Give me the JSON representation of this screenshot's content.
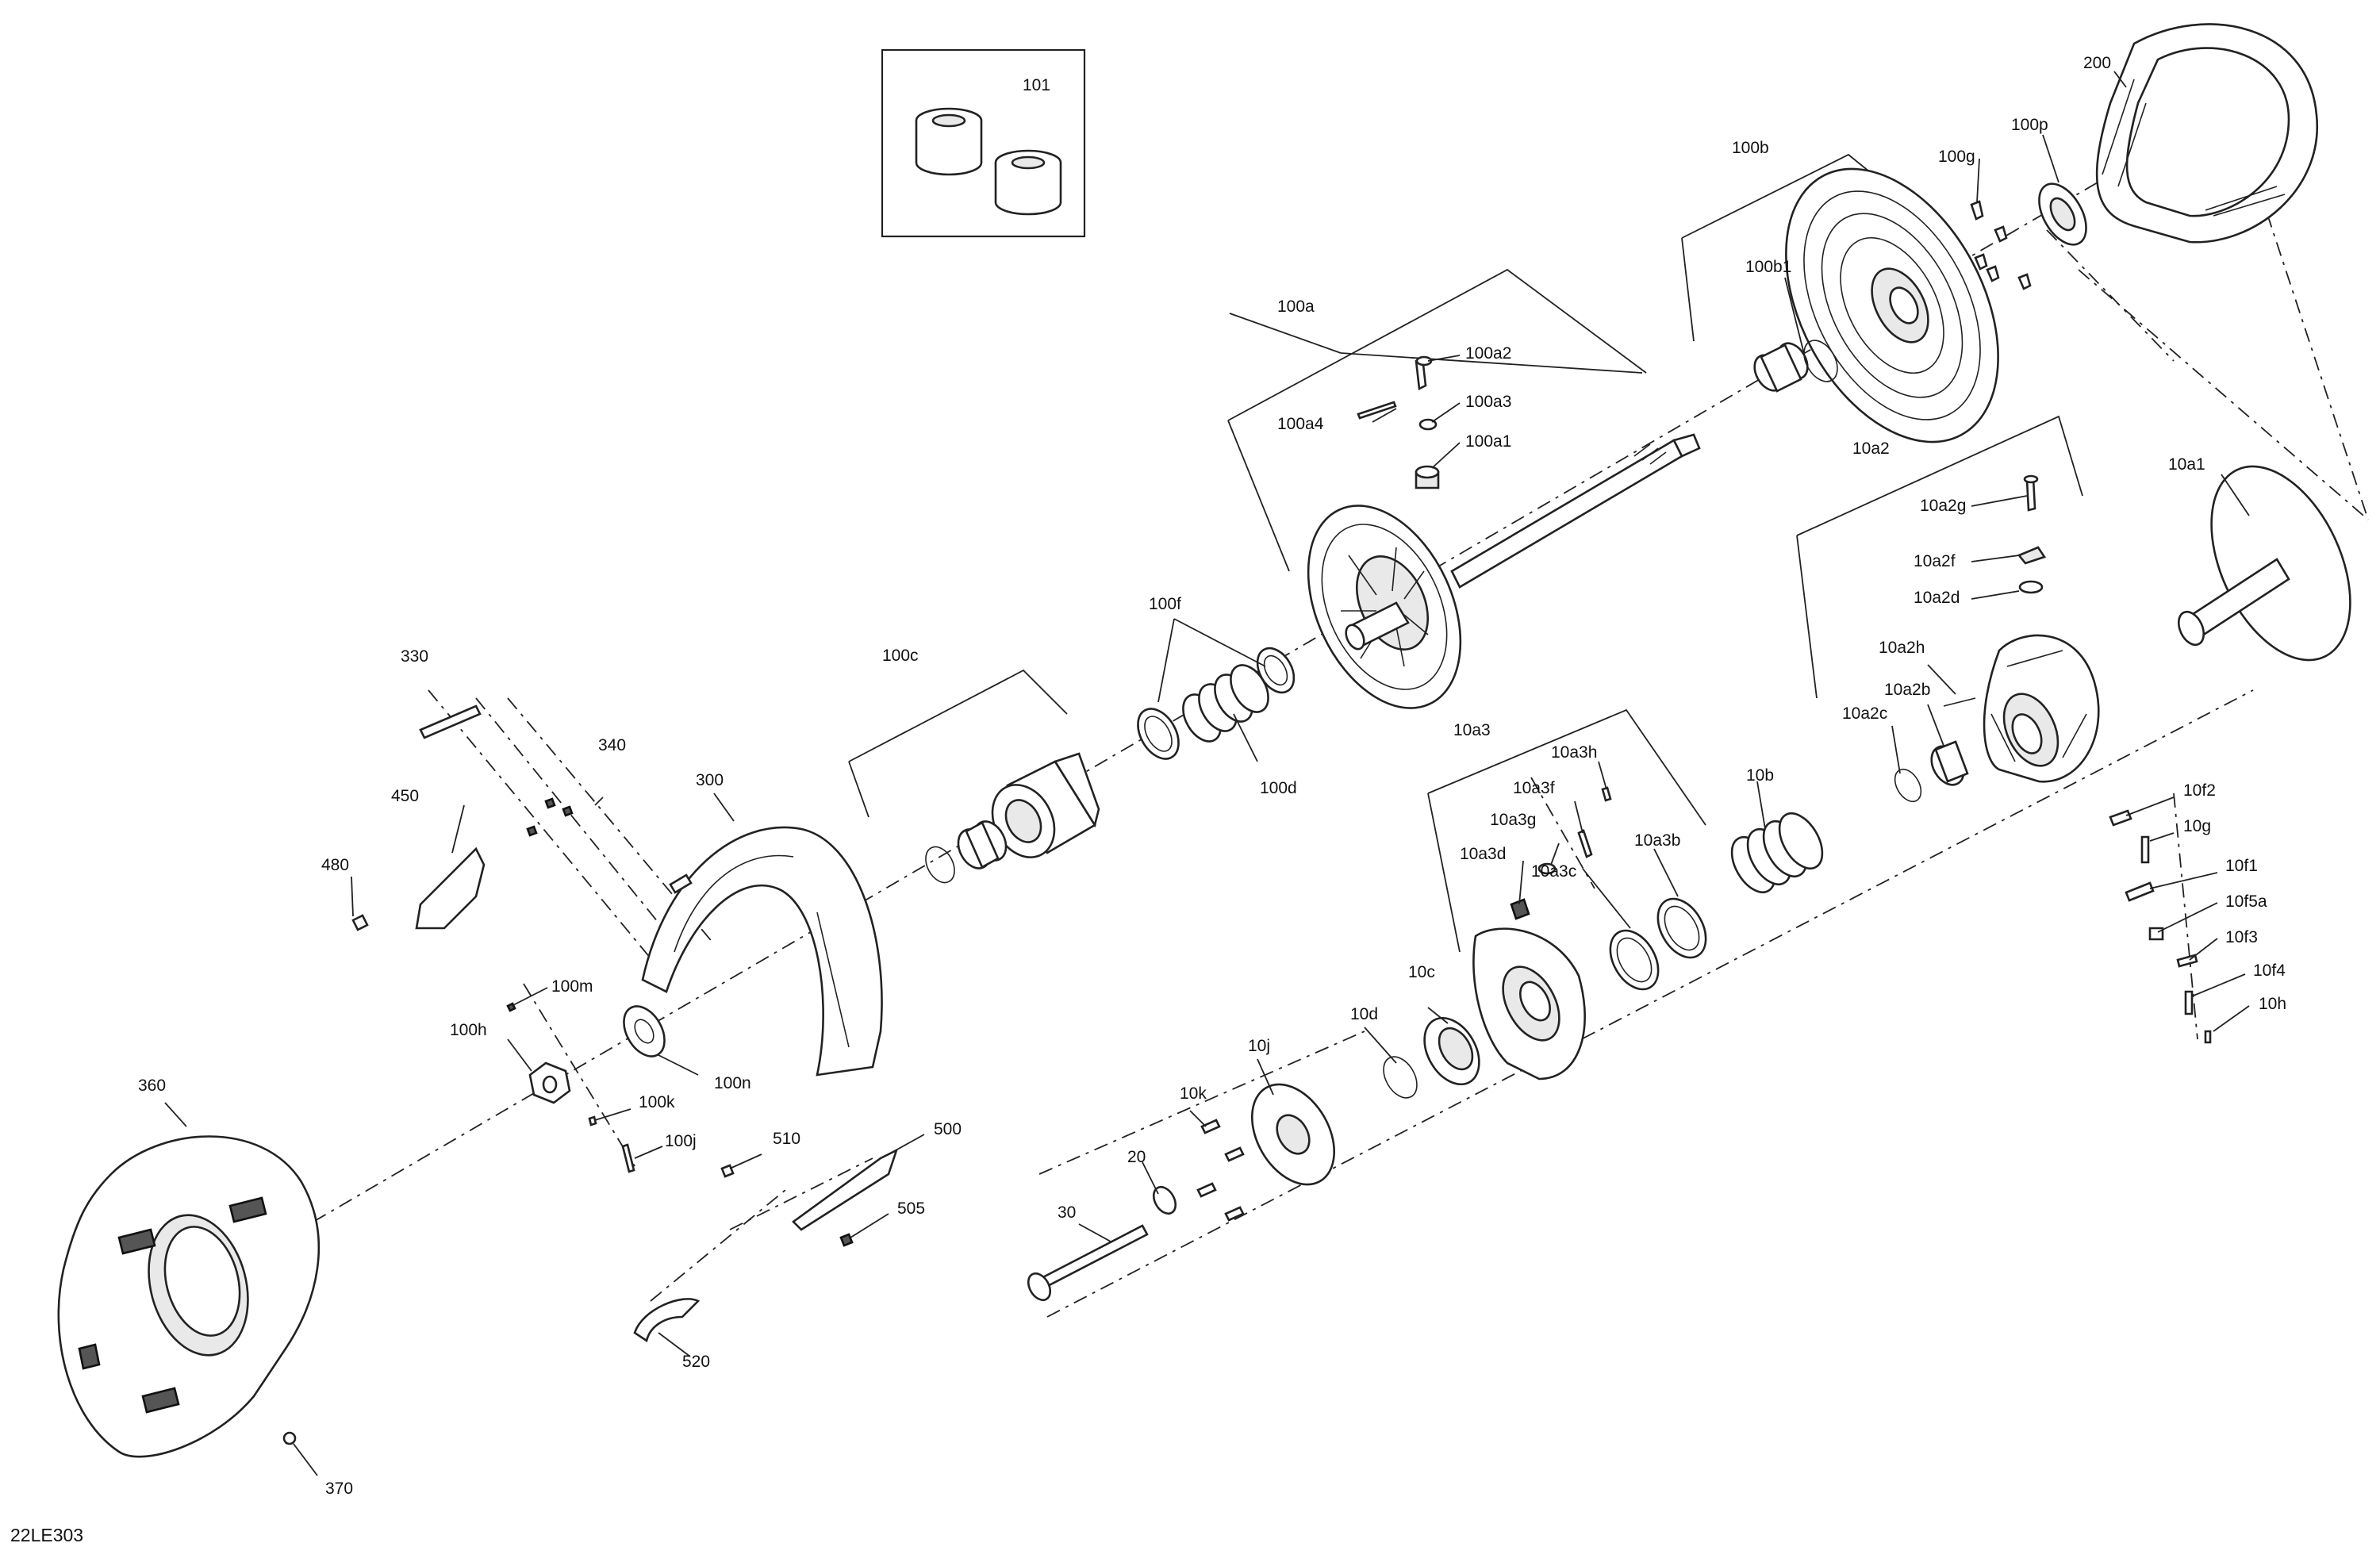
{
  "diagram_code": "22LE303",
  "inset_label": "101",
  "callouts": [
    {
      "id": "200",
      "text": "200"
    },
    {
      "id": "100b",
      "text": "100b"
    },
    {
      "id": "100g",
      "text": "100g"
    },
    {
      "id": "100p",
      "text": "100p"
    },
    {
      "id": "100b1",
      "text": "100b1"
    },
    {
      "id": "100a",
      "text": "100a"
    },
    {
      "id": "100a2",
      "text": "100a2"
    },
    {
      "id": "100a3",
      "text": "100a3"
    },
    {
      "id": "100a4",
      "text": "100a4"
    },
    {
      "id": "100a1",
      "text": "100a1"
    },
    {
      "id": "10a2",
      "text": "10a2"
    },
    {
      "id": "10a1",
      "text": "10a1"
    },
    {
      "id": "10a2g",
      "text": "10a2g"
    },
    {
      "id": "10a2f",
      "text": "10a2f"
    },
    {
      "id": "10a2d",
      "text": "10a2d"
    },
    {
      "id": "10a2h",
      "text": "10a2h"
    },
    {
      "id": "10a2b",
      "text": "10a2b"
    },
    {
      "id": "10a2c",
      "text": "10a2c"
    },
    {
      "id": "100f",
      "text": "100f"
    },
    {
      "id": "100c",
      "text": "100c"
    },
    {
      "id": "100d",
      "text": "100d"
    },
    {
      "id": "330",
      "text": "330"
    },
    {
      "id": "340",
      "text": "340"
    },
    {
      "id": "300",
      "text": "300"
    },
    {
      "id": "450",
      "text": "450"
    },
    {
      "id": "480",
      "text": "480"
    },
    {
      "id": "10a3",
      "text": "10a3"
    },
    {
      "id": "10a3h",
      "text": "10a3h"
    },
    {
      "id": "10a3f",
      "text": "10a3f"
    },
    {
      "id": "10a3g",
      "text": "10a3g"
    },
    {
      "id": "10a3d",
      "text": "10a3d"
    },
    {
      "id": "10a3c",
      "text": "10a3c"
    },
    {
      "id": "10a3b",
      "text": "10a3b"
    },
    {
      "id": "10b",
      "text": "10b"
    },
    {
      "id": "10f2",
      "text": "10f2"
    },
    {
      "id": "10g",
      "text": "10g"
    },
    {
      "id": "10f1",
      "text": "10f1"
    },
    {
      "id": "10f5a",
      "text": "10f5a"
    },
    {
      "id": "10f3",
      "text": "10f3"
    },
    {
      "id": "10f4",
      "text": "10f4"
    },
    {
      "id": "10h",
      "text": "10h"
    },
    {
      "id": "100m",
      "text": "100m"
    },
    {
      "id": "100h",
      "text": "100h"
    },
    {
      "id": "100n",
      "text": "100n"
    },
    {
      "id": "100k",
      "text": "100k"
    },
    {
      "id": "100j",
      "text": "100j"
    },
    {
      "id": "360",
      "text": "360"
    },
    {
      "id": "10c",
      "text": "10c"
    },
    {
      "id": "10d",
      "text": "10d"
    },
    {
      "id": "10j",
      "text": "10j"
    },
    {
      "id": "10k",
      "text": "10k"
    },
    {
      "id": "20",
      "text": "20"
    },
    {
      "id": "30",
      "text": "30"
    },
    {
      "id": "510",
      "text": "510"
    },
    {
      "id": "500",
      "text": "500"
    },
    {
      "id": "505",
      "text": "505"
    },
    {
      "id": "520",
      "text": "520"
    },
    {
      "id": "370",
      "text": "370"
    }
  ]
}
